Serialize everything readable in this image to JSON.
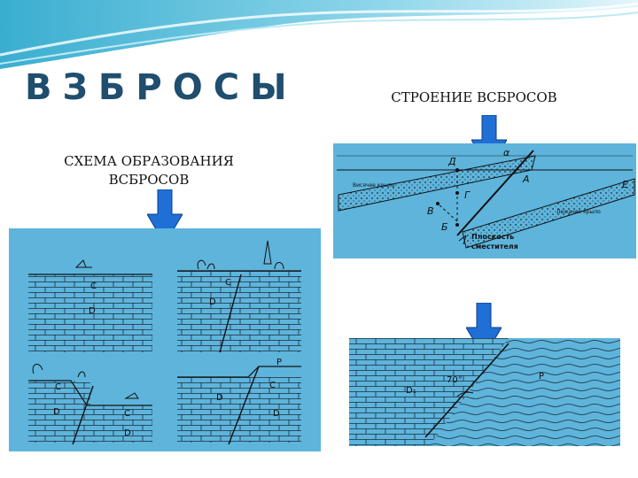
{
  "title": "ВЗБРОСЫ",
  "left_section": {
    "title_line1": "СХЕМА ОБРАЗОВАНИЯ",
    "title_line2": "ВСБРОСОВ",
    "quads": {
      "top_left": {
        "c": "С",
        "d": "D"
      },
      "top_right": {
        "c": "С",
        "d": "D"
      },
      "bottom_left": {
        "c": "С",
        "d": "D",
        "c2": "С",
        "d2": "D"
      },
      "bottom_right": {
        "p": "P",
        "c": "С",
        "d": "D",
        "d2": "D"
      }
    }
  },
  "right_section": {
    "title": "СТРОЕНИЕ ВСБРОСОВ",
    "top_diagram": {
      "alpha": "α",
      "d": "Д",
      "a": "А",
      "e": "Е",
      "g": "Г",
      "v": "В",
      "b": "Б",
      "upper_wing": "Висячее крыло",
      "lower_wing": "Лежачее крыло",
      "plane_line1": "Плоскость",
      "plane_line2": "сместителя"
    },
    "bottom_diagram": {
      "angle": "70°",
      "d1": "D₁",
      "p": "P"
    }
  },
  "colors": {
    "title": "#1f4e6e",
    "panel": "#5eb4db",
    "arrow": "#1f6fd6",
    "header_wave": "#6cc6df"
  }
}
